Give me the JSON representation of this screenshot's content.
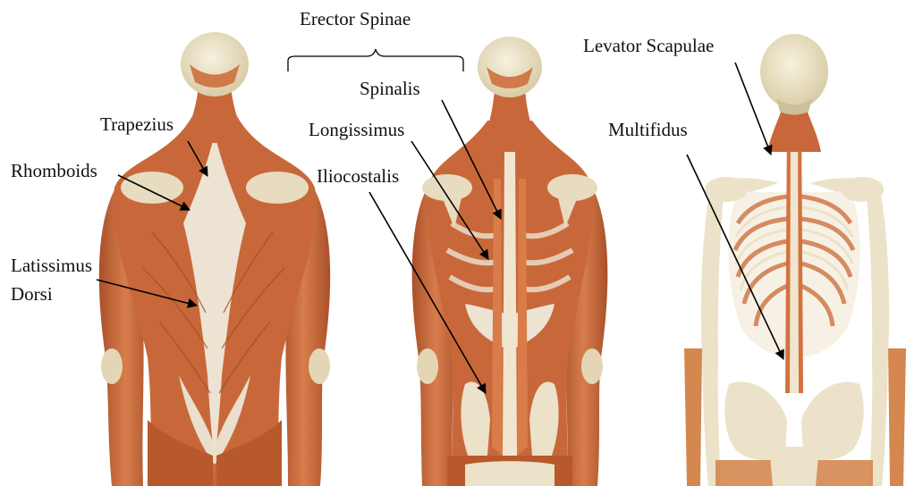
{
  "labels": {
    "erector_spinae": "Erector Spinae",
    "levator_scapulae": "Levator Scapulae",
    "spinalis": "Spinalis",
    "longissimus": "Longissimus",
    "iliocostalis": "Iliocostalis",
    "multifidus": "Multifidus",
    "trapezius": "Trapezius",
    "rhomboids": "Rhomboids",
    "latissimus_line1": "Latissimus",
    "latissimus_line2": "Dorsi"
  },
  "colors": {
    "muscle": "#c96a3c",
    "muscle_dark": "#8e3f1c",
    "muscle_light": "#e09466",
    "tendon": "#ece3d3",
    "bone": "#ebe2c9",
    "bone_shadow": "#c9bc98",
    "line": "#000000"
  },
  "figures": [
    "superficial-back-muscles",
    "erector-spinae-muscles",
    "deep-spine-muscles"
  ]
}
